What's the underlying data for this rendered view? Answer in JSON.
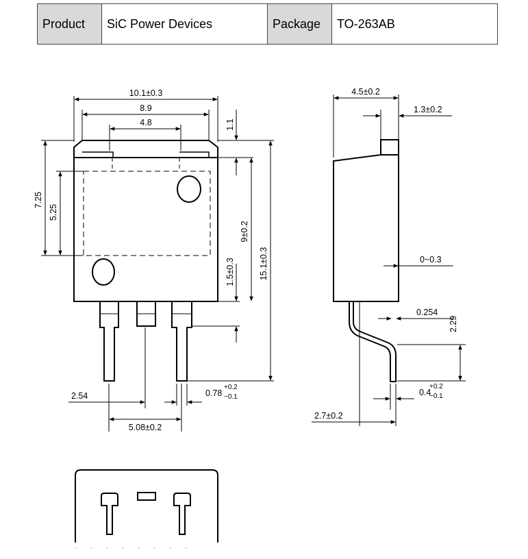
{
  "header": {
    "product_label": "Product",
    "product_value": "SiC Power Devices",
    "package_label": "Package",
    "package_value": "TO-263AB"
  },
  "dimensions": {
    "front": {
      "overall_width": "10.1±0.3",
      "inner_width": "8.9",
      "tab_width": "4.8",
      "top_offset": "1.1",
      "height_left": "7.25",
      "pad_height": "5.25",
      "body_height": "9±0.2",
      "overall_height": "15.1±0.3",
      "lower_offset": "1.5±0.3",
      "pitch": "2.54",
      "lead_span": "5.08±0.2",
      "lead_width_main": "0.78",
      "lead_width_plus": "+0.2",
      "lead_width_minus": "−0.1"
    },
    "side": {
      "body_thickness": "4.5±0.2",
      "tab_thickness": "1.3±0.2",
      "flatness": "0~0.3",
      "standoff": "0.254",
      "bend_height": "2.29",
      "lead_thickness_main": "0.4",
      "lead_thickness_plus": "+0.2",
      "lead_thickness_minus": "−0.1",
      "foot_length": "2.7±0.2"
    }
  }
}
